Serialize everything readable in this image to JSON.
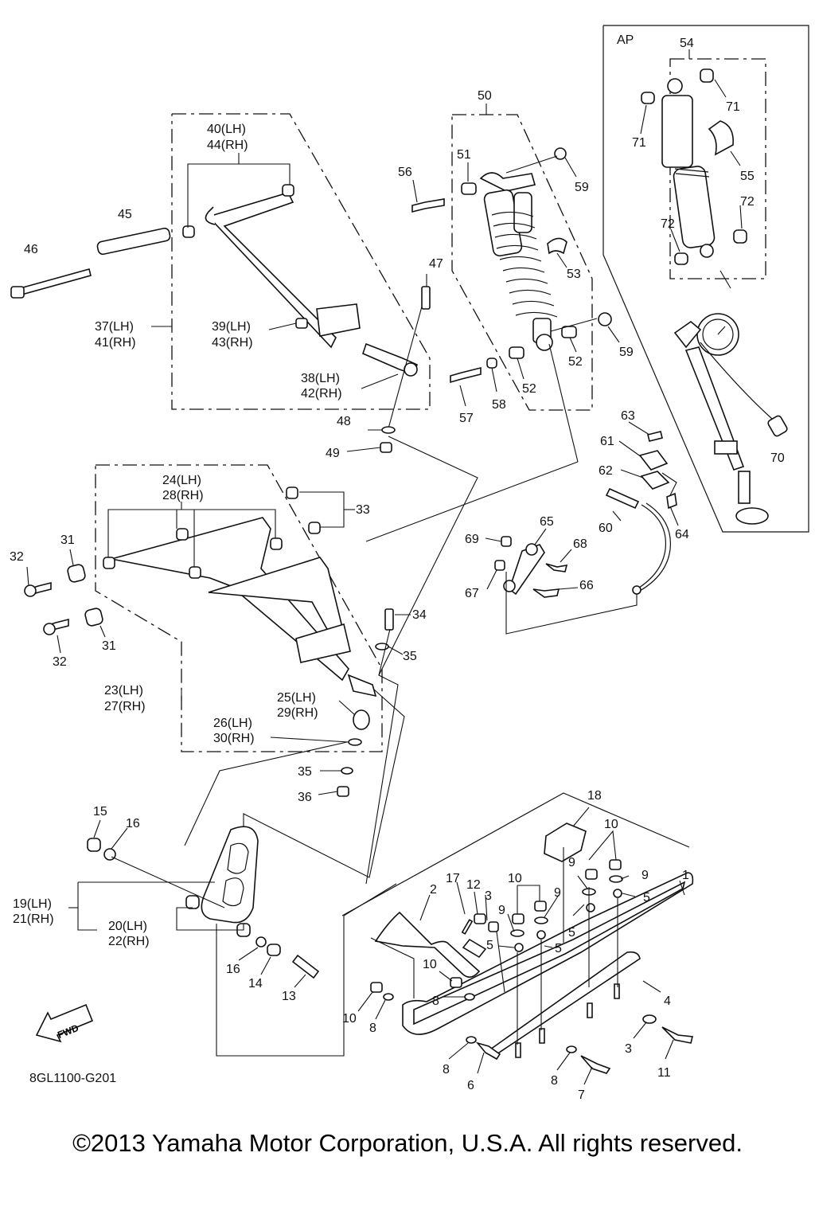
{
  "diagram": {
    "code": "8GL1100-G201",
    "copyright": "©2013 Yamaha Motor Corporation, U.S.A. All rights reserved.",
    "fwd_label": "FWD",
    "ap_label": "AP",
    "callouts": [
      {
        "id": "c1",
        "text": "1"
      },
      {
        "id": "c2",
        "text": "2"
      },
      {
        "id": "c3a",
        "text": "3"
      },
      {
        "id": "c3b",
        "text": "3"
      },
      {
        "id": "c4",
        "text": "4"
      },
      {
        "id": "c5a",
        "text": "5"
      },
      {
        "id": "c5b",
        "text": "5"
      },
      {
        "id": "c5c",
        "text": "5"
      },
      {
        "id": "c5d",
        "text": "5"
      },
      {
        "id": "c6",
        "text": "6"
      },
      {
        "id": "c7",
        "text": "7"
      },
      {
        "id": "c8a",
        "text": "8"
      },
      {
        "id": "c8b",
        "text": "8"
      },
      {
        "id": "c8c",
        "text": "8"
      },
      {
        "id": "c8d",
        "text": "8"
      },
      {
        "id": "c9a",
        "text": "9"
      },
      {
        "id": "c9b",
        "text": "9"
      },
      {
        "id": "c9c",
        "text": "9"
      },
      {
        "id": "c9d",
        "text": "9"
      },
      {
        "id": "c10a",
        "text": "10"
      },
      {
        "id": "c10b",
        "text": "10"
      },
      {
        "id": "c10c",
        "text": "10"
      },
      {
        "id": "c10d",
        "text": "10"
      },
      {
        "id": "c11",
        "text": "11"
      },
      {
        "id": "c12",
        "text": "12"
      },
      {
        "id": "c13",
        "text": "13"
      },
      {
        "id": "c14",
        "text": "14"
      },
      {
        "id": "c15",
        "text": "15"
      },
      {
        "id": "c16a",
        "text": "16"
      },
      {
        "id": "c16b",
        "text": "16"
      },
      {
        "id": "c17",
        "text": "17"
      },
      {
        "id": "c18",
        "text": "18"
      },
      {
        "id": "c19",
        "text": "19(LH)"
      },
      {
        "id": "c21",
        "text": "21(RH)"
      },
      {
        "id": "c20",
        "text": "20(LH)"
      },
      {
        "id": "c22",
        "text": "22(RH)"
      },
      {
        "id": "c23",
        "text": "23(LH)"
      },
      {
        "id": "c27",
        "text": "27(RH)"
      },
      {
        "id": "c24",
        "text": "24(LH)"
      },
      {
        "id": "c28",
        "text": "28(RH)"
      },
      {
        "id": "c25",
        "text": "25(LH)"
      },
      {
        "id": "c29",
        "text": "29(RH)"
      },
      {
        "id": "c26",
        "text": "26(LH)"
      },
      {
        "id": "c30",
        "text": "30(RH)"
      },
      {
        "id": "c31a",
        "text": "31"
      },
      {
        "id": "c31b",
        "text": "31"
      },
      {
        "id": "c32a",
        "text": "32"
      },
      {
        "id": "c32b",
        "text": "32"
      },
      {
        "id": "c33",
        "text": "33"
      },
      {
        "id": "c34",
        "text": "34"
      },
      {
        "id": "c35a",
        "text": "35"
      },
      {
        "id": "c35b",
        "text": "35"
      },
      {
        "id": "c36",
        "text": "36"
      },
      {
        "id": "c37",
        "text": "37(LH)"
      },
      {
        "id": "c41",
        "text": "41(RH)"
      },
      {
        "id": "c38",
        "text": "38(LH)"
      },
      {
        "id": "c42",
        "text": "42(RH)"
      },
      {
        "id": "c39",
        "text": "39(LH)"
      },
      {
        "id": "c43",
        "text": "43(RH)"
      },
      {
        "id": "c40",
        "text": "40(LH)"
      },
      {
        "id": "c44",
        "text": "44(RH)"
      },
      {
        "id": "c45",
        "text": "45"
      },
      {
        "id": "c46",
        "text": "46"
      },
      {
        "id": "c47",
        "text": "47"
      },
      {
        "id": "c48",
        "text": "48"
      },
      {
        "id": "c49",
        "text": "49"
      },
      {
        "id": "c50",
        "text": "50"
      },
      {
        "id": "c51",
        "text": "51"
      },
      {
        "id": "c52a",
        "text": "52"
      },
      {
        "id": "c52b",
        "text": "52"
      },
      {
        "id": "c53",
        "text": "53"
      },
      {
        "id": "c54",
        "text": "54"
      },
      {
        "id": "c55",
        "text": "55"
      },
      {
        "id": "c56",
        "text": "56"
      },
      {
        "id": "c57",
        "text": "57"
      },
      {
        "id": "c58",
        "text": "58"
      },
      {
        "id": "c59a",
        "text": "59"
      },
      {
        "id": "c59b",
        "text": "59"
      },
      {
        "id": "c60",
        "text": "60"
      },
      {
        "id": "c61",
        "text": "61"
      },
      {
        "id": "c62",
        "text": "62"
      },
      {
        "id": "c63",
        "text": "63"
      },
      {
        "id": "c64",
        "text": "64"
      },
      {
        "id": "c65",
        "text": "65"
      },
      {
        "id": "c66",
        "text": "66"
      },
      {
        "id": "c67",
        "text": "67"
      },
      {
        "id": "c68",
        "text": "68"
      },
      {
        "id": "c69",
        "text": "69"
      },
      {
        "id": "c70",
        "text": "70"
      },
      {
        "id": "c71a",
        "text": "71"
      },
      {
        "id": "c71b",
        "text": "71"
      },
      {
        "id": "c72a",
        "text": "72"
      },
      {
        "id": "c72b",
        "text": "72"
      }
    ]
  }
}
